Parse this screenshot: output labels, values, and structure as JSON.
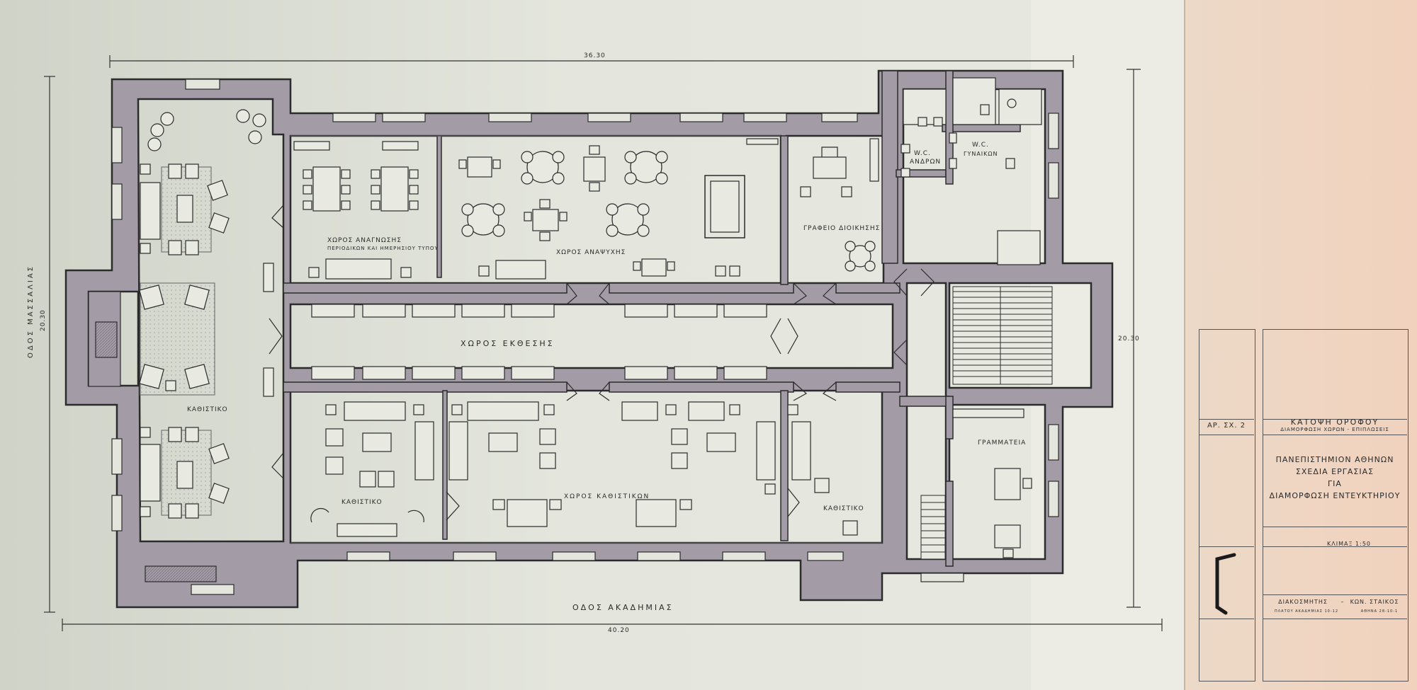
{
  "dimensions": {
    "top": "36.30",
    "bottom": "40.20",
    "left": "20.30",
    "right": "20.30"
  },
  "streets": {
    "bottom": "ΟΔΟΣ ΑΚΑΔΗΜΙΑΣ",
    "left": "ΟΔΟΣ ΜΑΣΣΑΛΙΑΣ"
  },
  "rooms": {
    "reading_room_line1": "ΧΩΡΟΣ ΑΝΑΓΝΩΣΗΣ",
    "reading_room_line2": "ΠΕΡΙΟΔΙΚΩΝ ΚΑΙ ΗΜΕΡΗΣΙΟΥ ΤΥΠΟΥ",
    "relaxation": "ΧΩΡΟΣ ΑΝΑΨΥΧΗΣ",
    "admin_office": "ΓΡΑΦΕΙΟ ΔΙΟΙΚΗΣΗΣ",
    "wc_men_1": "W.C.",
    "wc_men_2": "ΑΝΔΡΩΝ",
    "wc_women_1": "W.C.",
    "wc_women_2": "ΓΥΝΑΙΚΩΝ",
    "exhibition": "ΧΩΡΟΣ ΕΚΘΕΣΗΣ",
    "lounge_west": "ΚΑΘΙΣΤΙΚΟ",
    "lounge_south": "ΚΑΘΙΣΤΙΚΟ",
    "lounges_hall": "ΧΩΡΟΣ ΚΑΘΙΣΤΙΚΩΝ",
    "lounge_east": "ΚΑΘΙΣΤΙΚΟ",
    "secretariat": "ΓΡΑΜΜΑΤΕΙΑ"
  },
  "title_block": {
    "sheet_number": "ΑΡ. ΣΧ. 2",
    "title_line1": "ΚΑΤΟΨΗ ΟΡΟΦΟΥ",
    "title_line2": "ΔΙΑΜΟΡΦΩΣΗ ΧΩΡΩΝ - ΕΠΙΠΛΩΣΕΙΣ",
    "client": "ΠΑΝΕΠΙΣΤΗΜΙΟΝ ΑΘΗΝΩΝ",
    "subject_line1": "ΣΧΕΔΙΑ ΕΡΓΑΣΙΑΣ",
    "subject_line2": "ΓΙΑ",
    "subject_line3": "ΔΙΑΜΟΡΦΩΣΗ ΕΝΤΕΥΚΤΗΡΙΟΥ",
    "scale": "ΚΛΙΜΑΞ 1:50",
    "designer_role": "ΔΙΑΚΟΣΜΗΤΗΣ",
    "designer_name": "ΚΩΝ. ΣΤΑΙΚΟΣ",
    "address": "ΠΛΑΤΟΥ ΑΚΑΔΗΜΙΑΣ 10-12",
    "date": "ΑΘΗΝΑ 28-10-1"
  },
  "colors": {
    "paper": "#e6e7de",
    "tracing_overlay": "#f1ddcd",
    "wall_fill": "#a39ca7",
    "ink": "#2b2b2b"
  }
}
